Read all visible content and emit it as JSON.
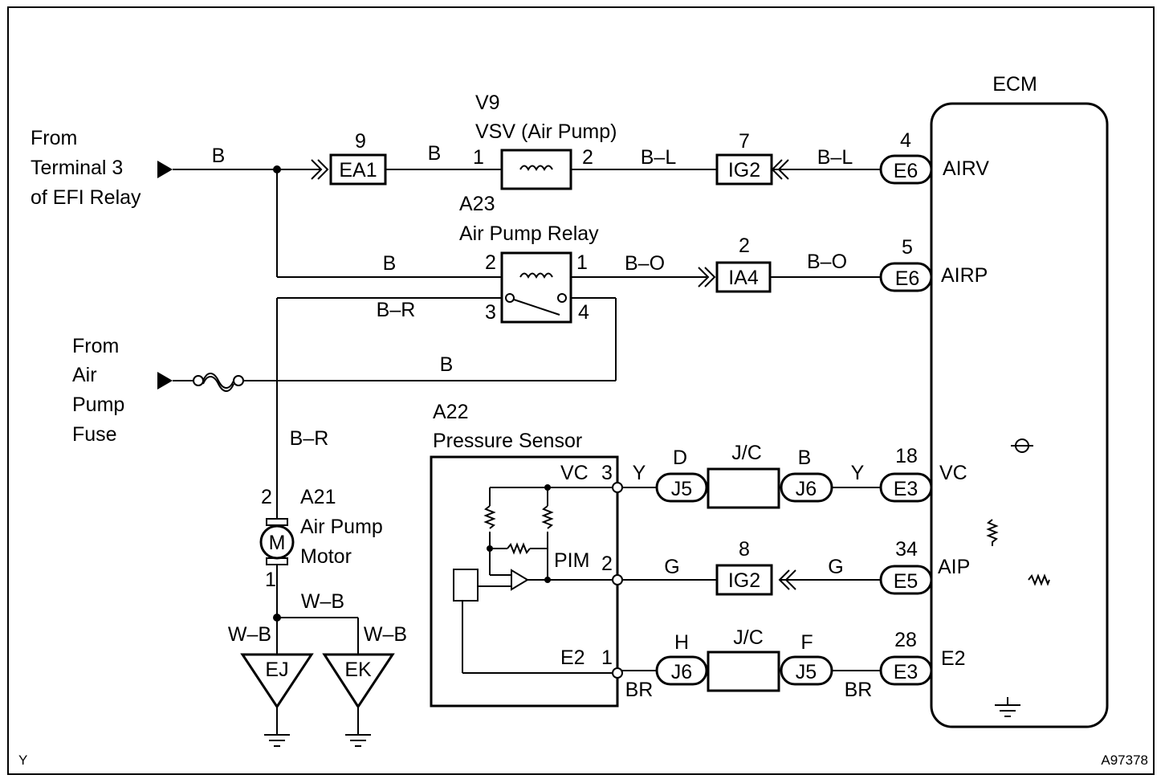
{
  "labels": {
    "from_efi": [
      "From",
      "Terminal 3",
      "of EFI Relay"
    ],
    "from_fuse": [
      "From",
      "Air",
      "Pump",
      "Fuse"
    ],
    "ecm": "ECM",
    "vsv_code": "V9",
    "vsv_name": "VSV (Air Pump)",
    "relay_code": "A23",
    "relay_name": "Air Pump Relay",
    "motor_code": "A21",
    "motor_name": [
      "Air Pump",
      "Motor"
    ],
    "motor_symbol": "M",
    "sensor_code": "A22",
    "sensor_name": "Pressure Sensor",
    "jc": "J/C",
    "figure_id": "A97378",
    "corner_mark": "Y"
  },
  "connectors": {
    "ea1": "EA1",
    "ea1_pin": "9",
    "ig2_top": "IG2",
    "ig2_top_pin": "7",
    "ia4": "IA4",
    "ia4_pin": "2",
    "ig2_mid": "IG2",
    "ig2_mid_pin": "8",
    "ecm_e6_a": "E6",
    "ecm_e6_a_pin": "4",
    "ecm_e6_b": "E6",
    "ecm_e6_b_pin": "5",
    "ecm_e3_a": "E3",
    "ecm_e3_a_pin": "18",
    "ecm_e5": "E5",
    "ecm_e5_pin": "34",
    "ecm_e3_b": "E3",
    "ecm_e3_b_pin": "28",
    "j5_top": "J5",
    "j5_top_pin": "D",
    "j6_top": "J6",
    "j6_top_pin": "B",
    "j6_bot": "J6",
    "j6_bot_pin": "H",
    "j5_bot": "J5",
    "j5_bot_pin": "F",
    "ground_ej": "EJ",
    "ground_ek": "EK"
  },
  "ecm_terminals": [
    "AIRV",
    "AIRP",
    "VC",
    "AIP",
    "E2"
  ],
  "sensor_terminals": {
    "vc": "VC",
    "vc_pin": "3",
    "pim": "PIM",
    "pim_pin": "2",
    "e2": "E2",
    "e2_pin": "1"
  },
  "pins": {
    "vsv_1": "1",
    "vsv_2": "2",
    "relay_1": "1",
    "relay_2": "2",
    "relay_3": "3",
    "relay_4": "4",
    "motor_2": "2",
    "motor_1": "1"
  },
  "wires": {
    "b_efi": "B",
    "b_vsv": "B",
    "bl_1": "B–L",
    "bl_2": "B–L",
    "b_relay": "B",
    "bo_1": "B–O",
    "bo_2": "B–O",
    "br_1": "B–R",
    "b_fuse": "B",
    "br_2": "B–R",
    "wb_1": "W–B",
    "wb_2": "W–B",
    "wb_3": "W–B",
    "y_1": "Y",
    "y_2": "Y",
    "g_1": "G",
    "g_2": "G",
    "brown_1": "BR",
    "brown_2": "BR"
  }
}
